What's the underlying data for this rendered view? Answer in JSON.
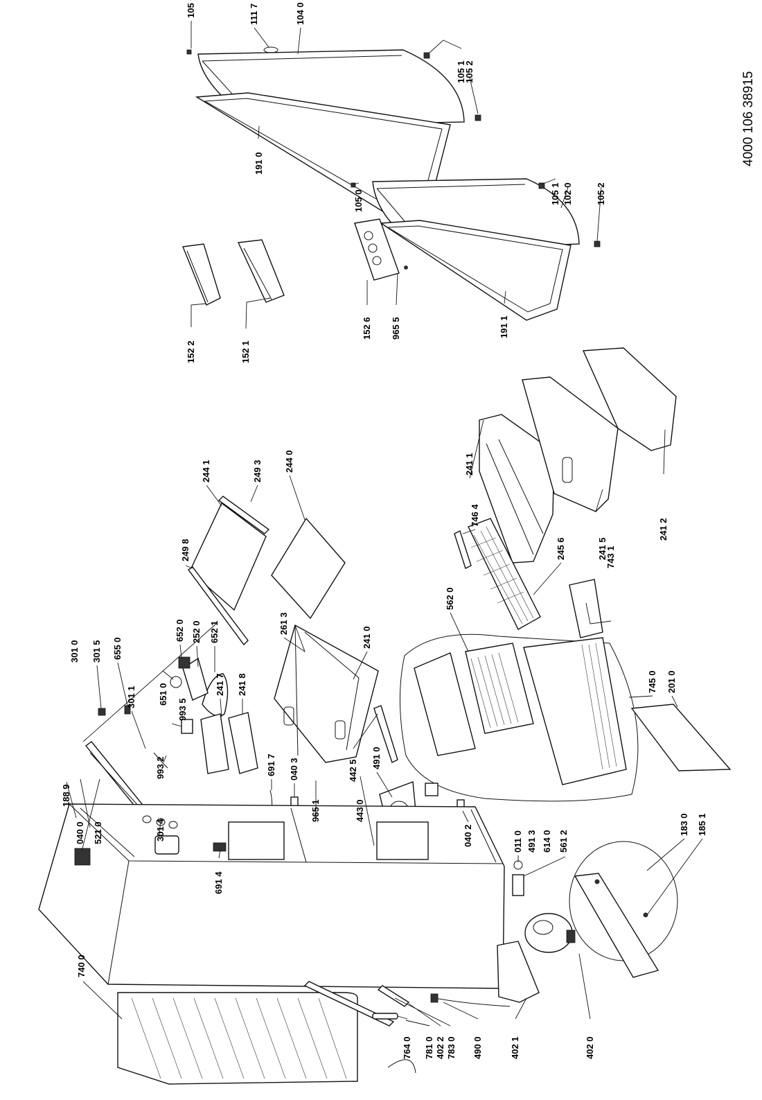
{
  "document_number": "4000 106 38915",
  "callouts": [
    "105 0",
    "111 7",
    "104 0",
    "105 1",
    "105 2",
    "191 0",
    "105 0",
    "105 1",
    "102 0",
    "105 2",
    "152 2",
    "152 1",
    "152 6",
    "965 5",
    "191 1",
    "244 1",
    "249 3",
    "244 0",
    "249 8",
    "241 1",
    "746 4",
    "245 6",
    "241 5",
    "743 1",
    "241 2",
    "301 0",
    "301 5",
    "655 0",
    "652 0",
    "252 0",
    "652 1",
    "651 0",
    "993 5",
    "301 1",
    "993 2",
    "241 7",
    "241 8",
    "261 3",
    "241 0",
    "562 0",
    "745 0",
    "201 0",
    "691 7",
    "040 3",
    "965 1",
    "442 5",
    "491 0",
    "443 0",
    "040 2",
    "188 9",
    "040 0",
    "521 0",
    "301 4",
    "691 4",
    "011 0",
    "491 3",
    "614 0",
    "561 2",
    "183 0",
    "185 1",
    "740 0",
    "764 0",
    "781 0",
    "402 2",
    "783 0",
    "490 0",
    "402 1",
    "402 0"
  ]
}
